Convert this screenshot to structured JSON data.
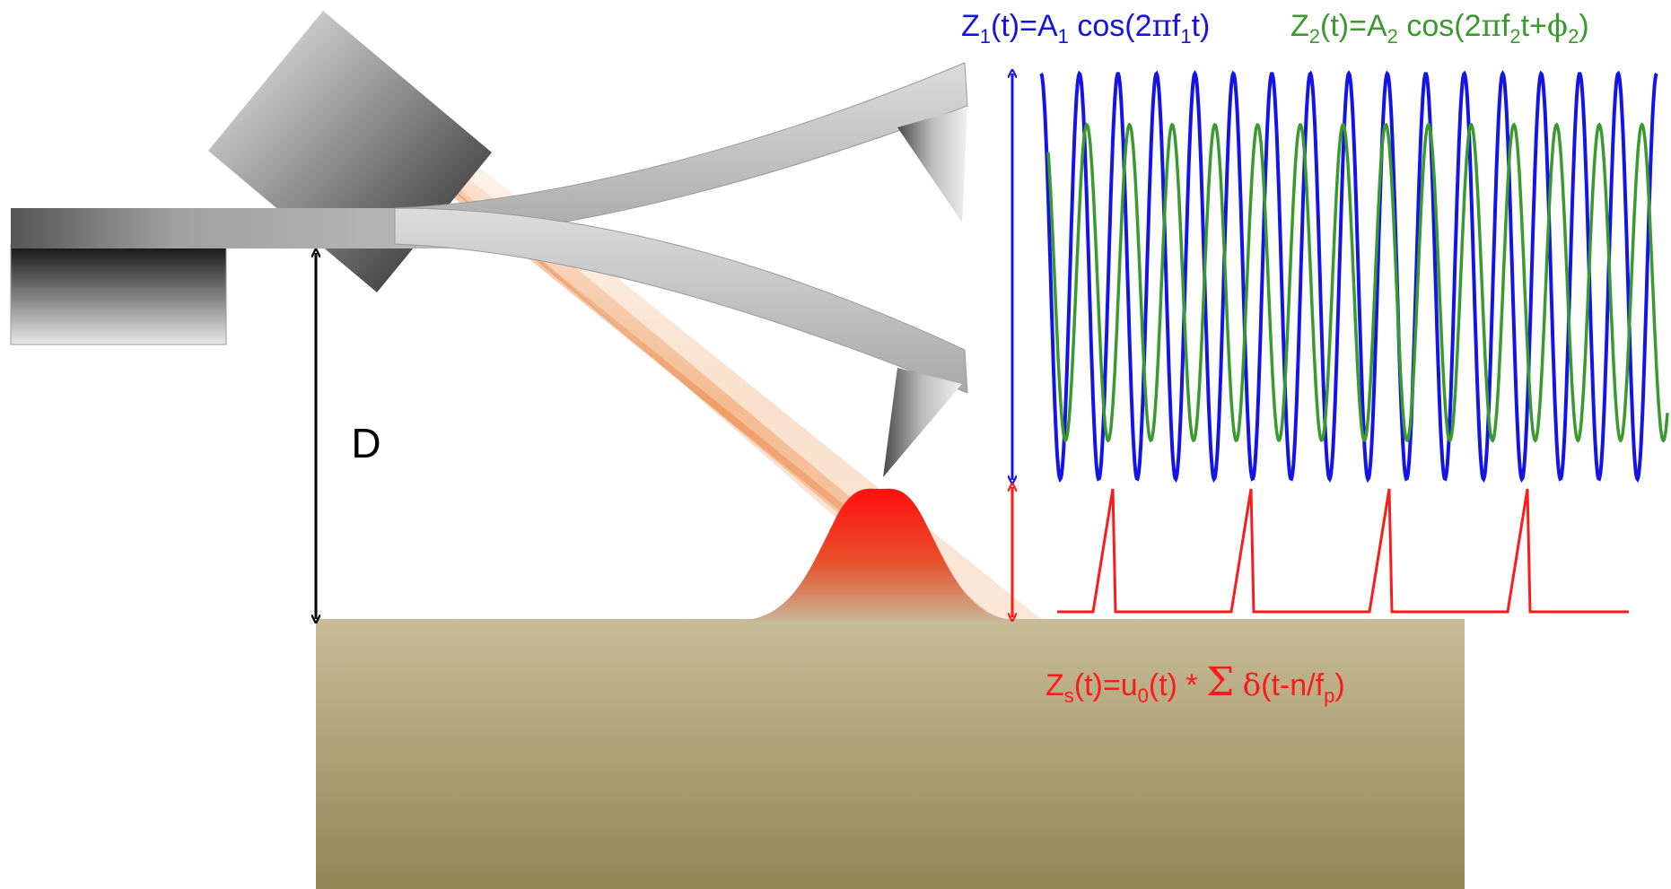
{
  "labels": {
    "distance": "D",
    "z1": {
      "pre": "Z",
      "sub1": "1",
      "mid1": "(t)=A",
      "sub2": "1",
      "mid2": " cos(2",
      "greek": "π",
      "mid3": "f",
      "sub3": "1",
      "post": "t)"
    },
    "z2": {
      "pre": "Z",
      "sub1": "2",
      "mid1": "(t)=A",
      "sub2": "2",
      "mid2": " cos(2",
      "greek": "π",
      "mid3": "f",
      "sub3": "2",
      "mid4": "t+",
      "greek2": "ϕ",
      "sub4": "2",
      "post": ")"
    },
    "zs": {
      "pre": "Z",
      "sub1": "s",
      "mid1": "(t)=u",
      "sub2": "0",
      "mid2": "(t) * ",
      "sum": "Σ",
      "mid3": " ",
      "delta": "δ",
      "mid4": "(t-n/f",
      "sub3": "p",
      "post": ")"
    }
  },
  "colors": {
    "blue": "#1414e6",
    "green": "#3a9a2e",
    "red": "#ff1a1a",
    "black": "#000000"
  },
  "waves": {
    "blue_cycles": 16,
    "green_cycles": 14.5,
    "pulse_count": 4
  }
}
